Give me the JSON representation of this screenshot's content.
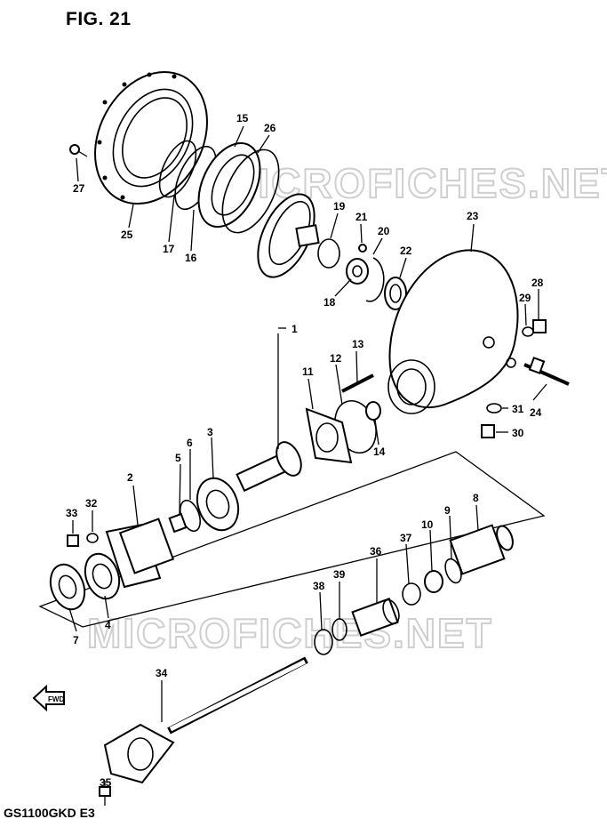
{
  "figure": {
    "title": "FIG. 21",
    "model_code": "GS1100GKD E3"
  },
  "watermarks": [
    "MICROFICHES.NET",
    "MICROFICHES.NET"
  ],
  "fwd_label": "FWD",
  "callouts": {
    "n1": "1",
    "n2": "2",
    "n3": "3",
    "n4": "4",
    "n5": "5",
    "n6": "6",
    "n7": "7",
    "n8": "8",
    "n9": "9",
    "n10": "10",
    "n11": "11",
    "n12": "12",
    "n13": "13",
    "n14": "14",
    "n15": "15",
    "n16": "16",
    "n17": "17",
    "n18": "18",
    "n19": "19",
    "n20": "20",
    "n21": "21",
    "n22": "22",
    "n23": "23",
    "n24": "24",
    "n25": "25",
    "n26": "26",
    "n27": "27",
    "n28": "28",
    "n29": "29",
    "n30": "30",
    "n31": "31",
    "n32": "32",
    "n33": "33",
    "n34": "34",
    "n35": "35",
    "n36": "36",
    "n37": "37",
    "n38": "38",
    "n39": "39"
  }
}
